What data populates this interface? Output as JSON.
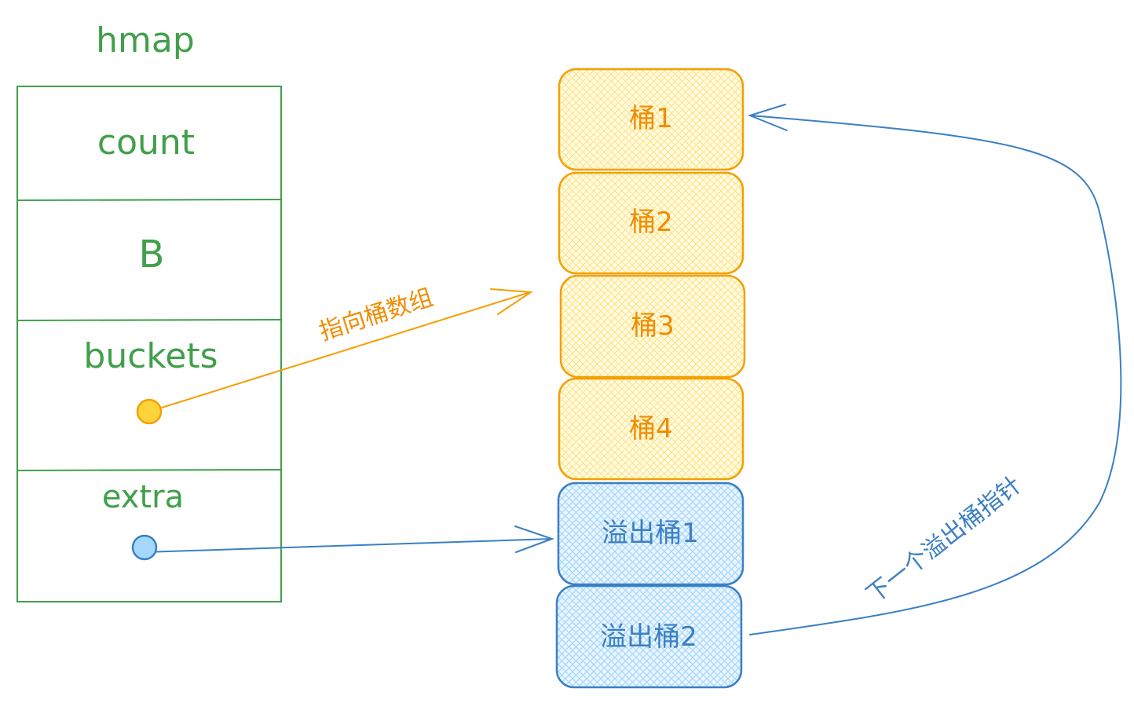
{
  "title": "hmap",
  "fields": [
    {
      "label": "count"
    },
    {
      "label": "B"
    },
    {
      "label": "buckets"
    },
    {
      "label": "extra"
    }
  ],
  "buckets": [
    {
      "label": "桶1",
      "kind": "bucket"
    },
    {
      "label": "桶2",
      "kind": "bucket"
    },
    {
      "label": "桶3",
      "kind": "bucket"
    },
    {
      "label": "桶4",
      "kind": "bucket"
    },
    {
      "label": "溢出桶1",
      "kind": "overflow"
    },
    {
      "label": "溢出桶2",
      "kind": "overflow"
    }
  ],
  "arrows": {
    "buckets_label": "指向桶数组",
    "next_overflow_label": "下一个溢出桶指针"
  },
  "colors": {
    "green": "#40a04a",
    "orange_stroke": "#f59f00",
    "orange_fill": "#ffec99",
    "blue_stroke": "#3b7fc4",
    "blue_fill": "#a5d8ff"
  }
}
